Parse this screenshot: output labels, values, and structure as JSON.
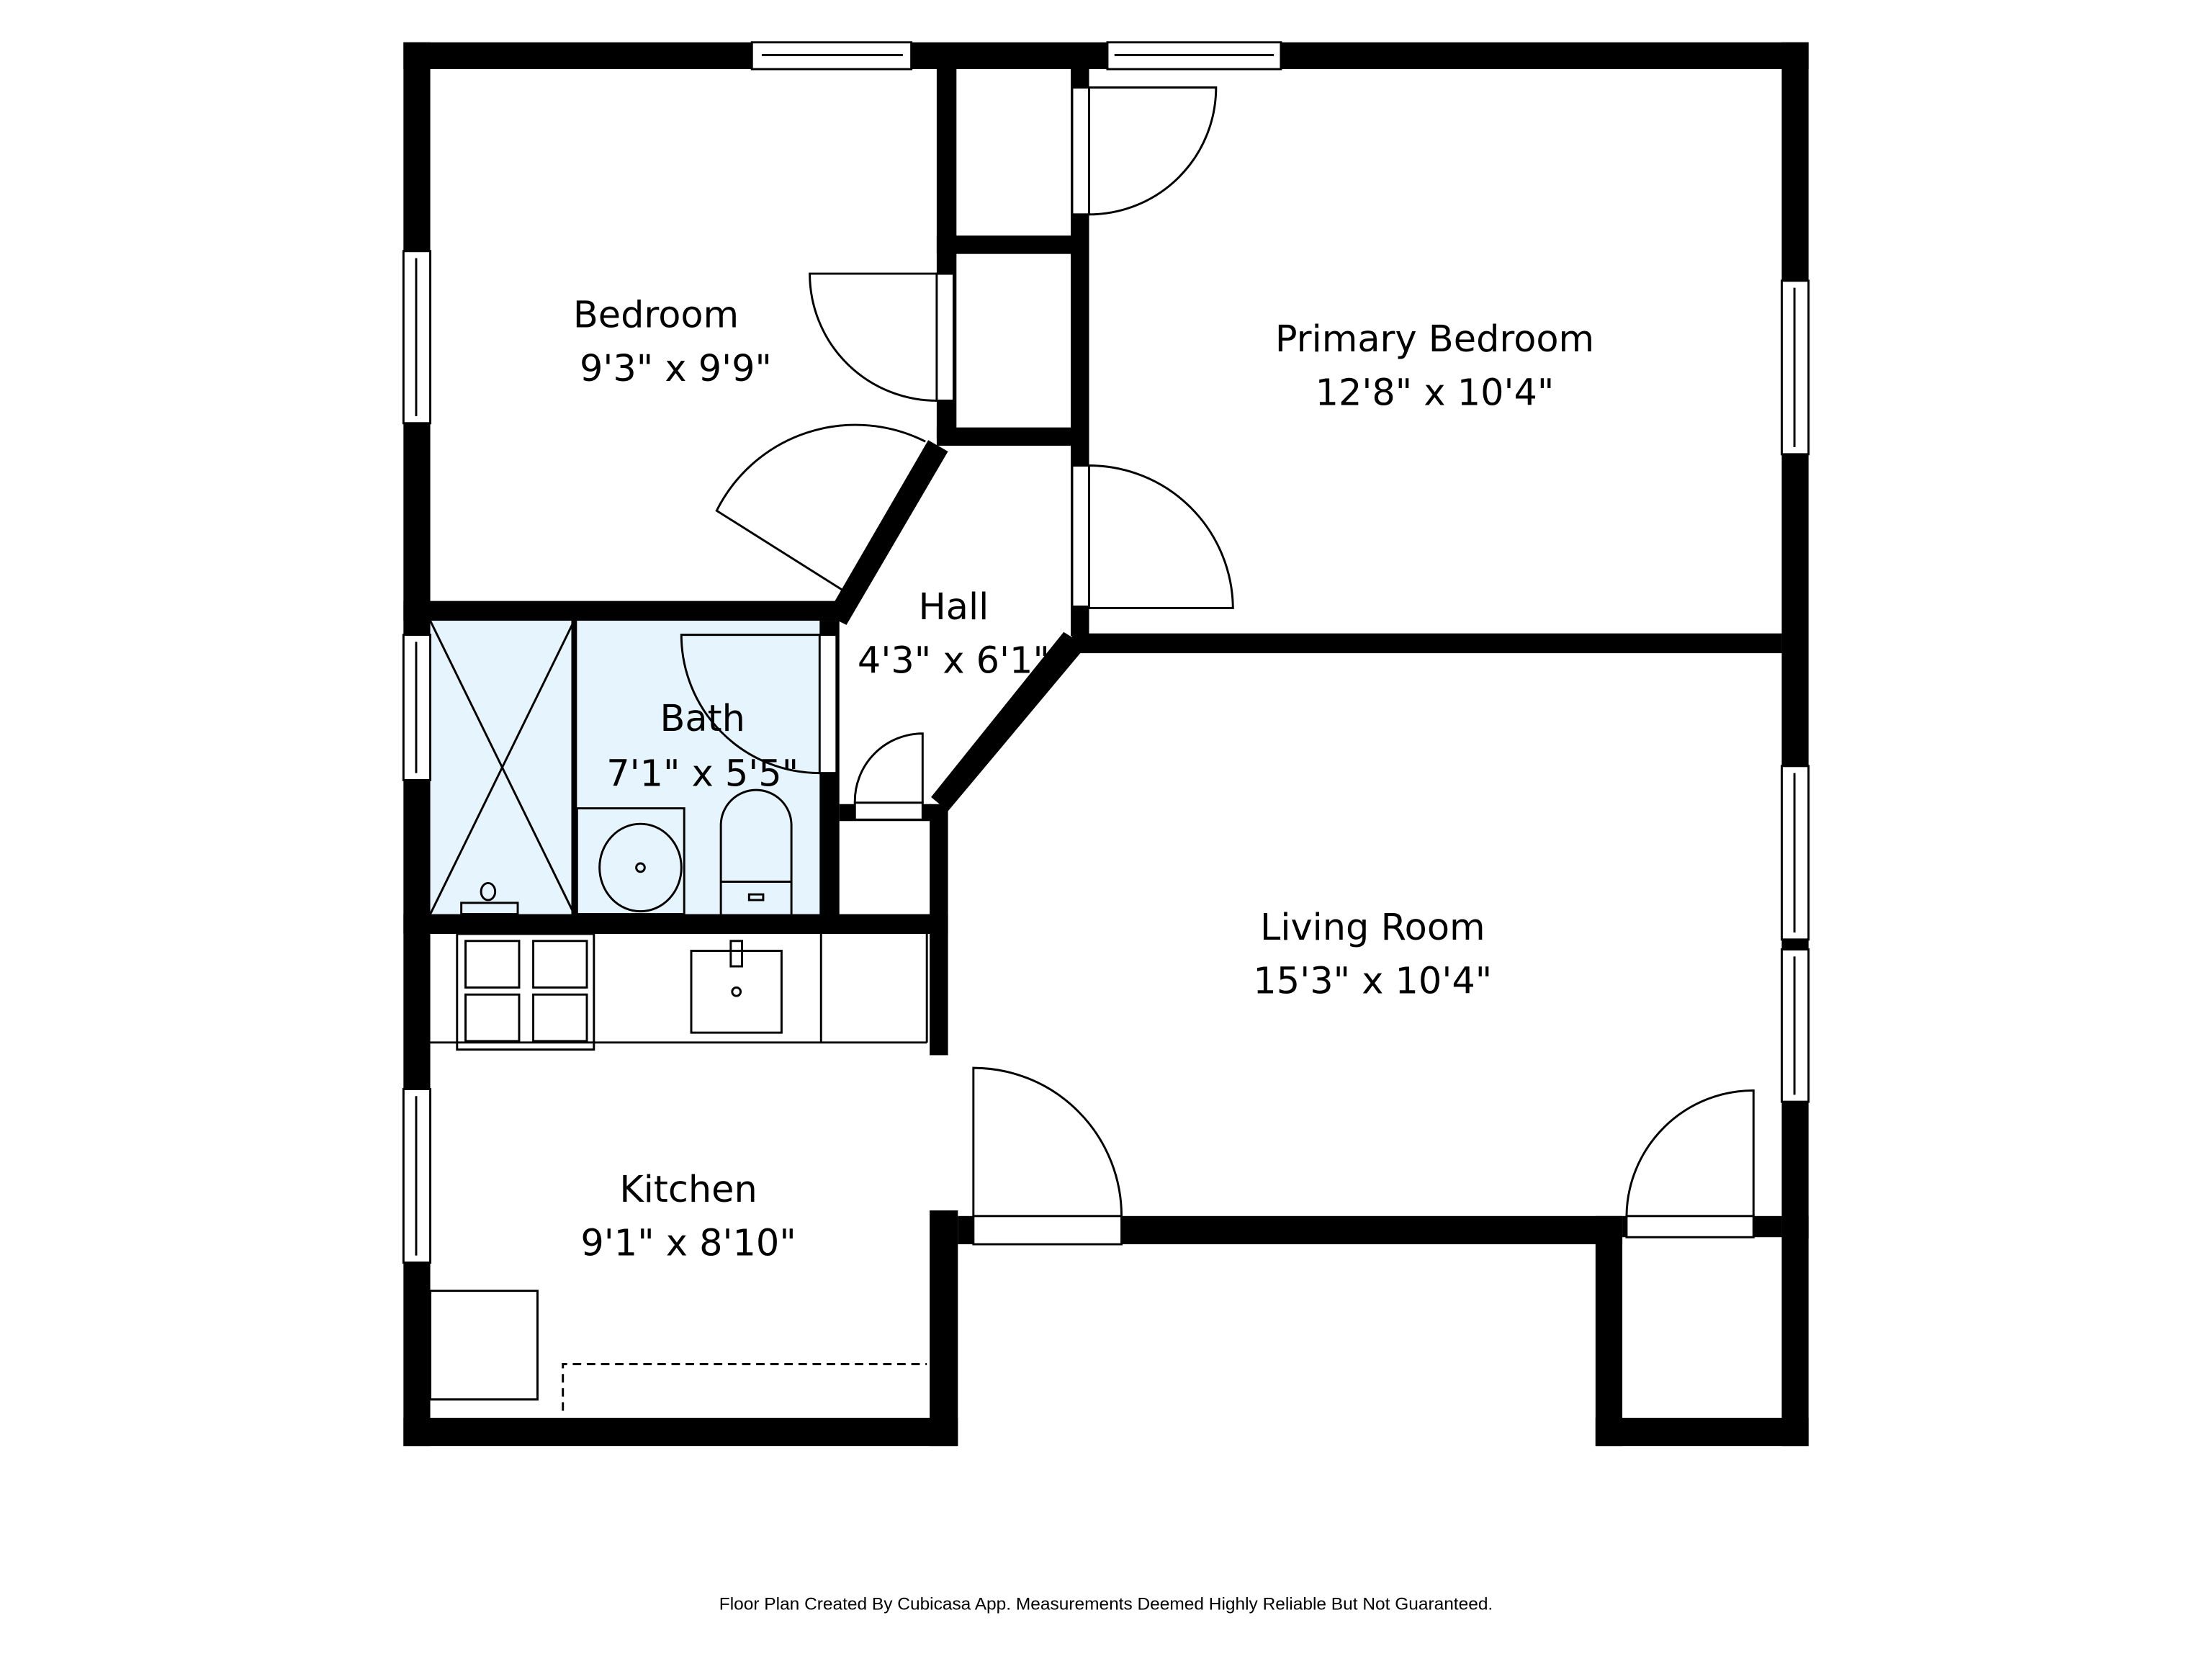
{
  "rooms": [
    {
      "name": "Bedroom",
      "size": "9'3\" x 9'9\""
    },
    {
      "name": "Primary Bedroom",
      "size": "12'8\" x 10'4\""
    },
    {
      "name": "Hall",
      "size": "4'3\" x 6'1\""
    },
    {
      "name": "Bath",
      "size": "7'1\" x 5'5\""
    },
    {
      "name": "Living Room",
      "size": "15'3\" x 10'4\""
    },
    {
      "name": "Kitchen",
      "size": "9'1\" x 8'10\""
    }
  ],
  "footer": "Floor Plan Created By Cubicasa App. Measurements Deemed Highly Reliable But Not Guaranteed.",
  "colors": {
    "wall": "#000000",
    "bath_fill": "#e5f4fd"
  }
}
